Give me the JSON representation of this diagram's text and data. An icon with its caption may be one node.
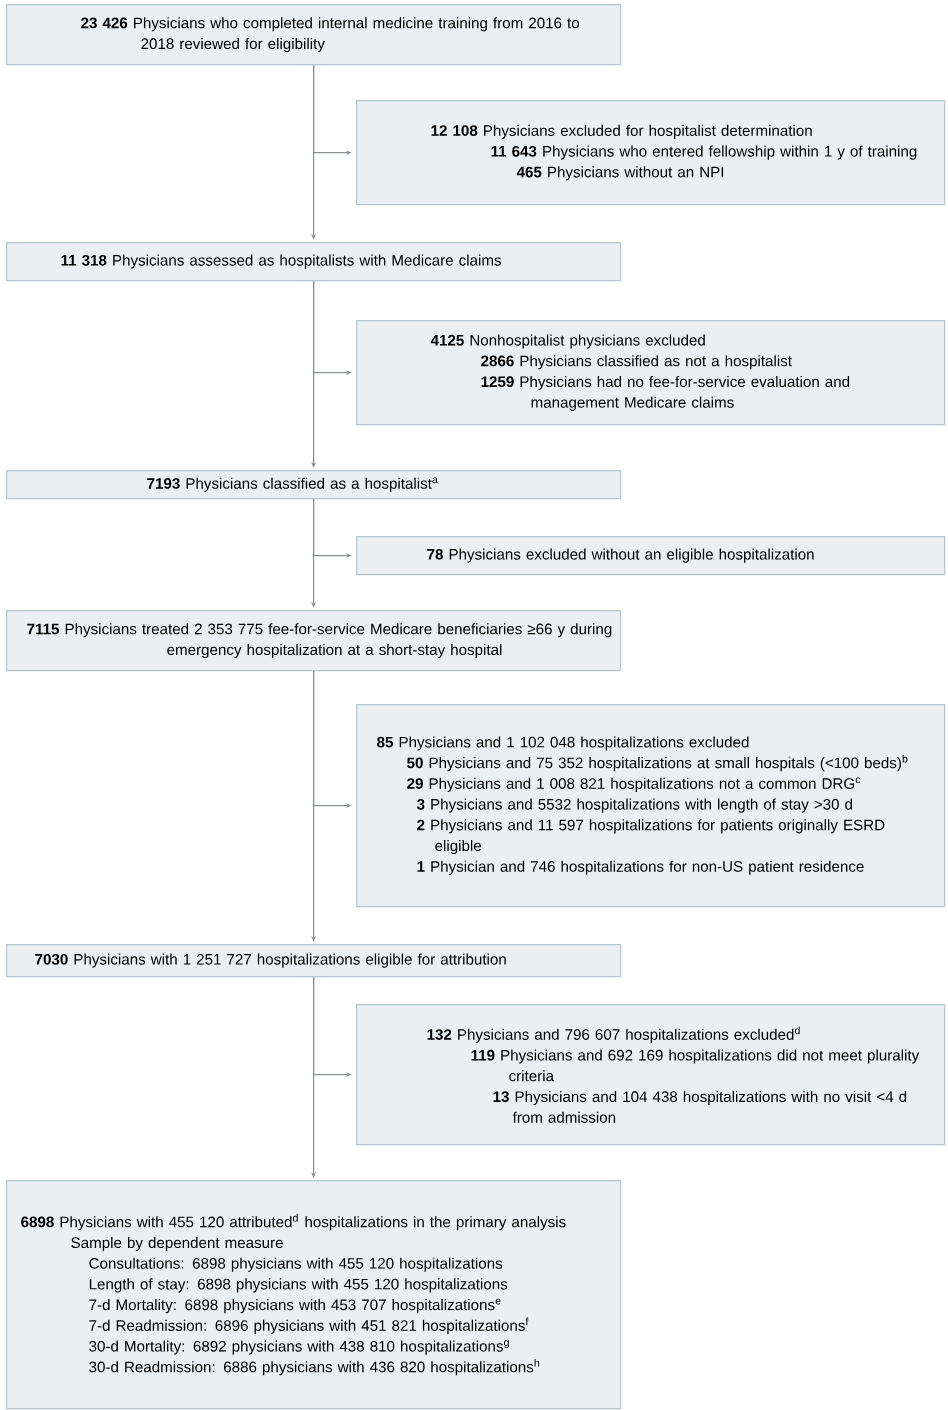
{
  "diagram": {
    "nodes": [
      {
        "text": [
          "**23 426** Physicians who completed internal medicine training from 2016 to 2018 reviewed for eligibility"
        ]
      },
      {
        "text": [
          "**12 108** Physicians excluded for hospitalist determination",
          "**11 643** Physicians who entered fellowship within 1 y of training",
          "**465** Physicians without an NPI"
        ]
      },
      {
        "text": [
          "**11 318** Physicians assessed as hospitalists with Medicare claims"
        ]
      },
      {
        "text": [
          "**4125** Nonhospitalist physicians excluded",
          "**2866** Physicians classified as not a hospitalist",
          "**1259** Physicians had no fee-for-service evaluation and management Medicare claims"
        ]
      },
      {
        "text": [
          "**7193** Physicians classified as a hospitalist$^{a}$"
        ]
      },
      {
        "text": [
          "**78** Physicians excluded without an eligible hospitalization"
        ]
      },
      {
        "text": [
          "**7115** Physicians treated 2 353 775 fee-for-service Medicare beneficiaries ≥66 y during emergency hospitalization at a short-stay hospital"
        ]
      },
      {
        "text": [
          "**85** Physicians and 1 102 048 hospitalizations excluded",
          "**50** Physicians and 75 352 hospitalizations at small hospitals (<100 beds)$^{b}$",
          "**29** Physicians and 1 008 821 hospitalizations not a common DRG$^{c}$",
          "**3** Physicians and 5532 hospitalizations with length of stay >30 d",
          "**2** Physicians and 11 597 hospitalizations for patients originally ESRD eligible",
          "**1** Physician and 746 hospitalizations for non-US patient residence"
        ]
      },
      {
        "text": [
          "**7030** Physicians with 1 251 727 hospitalizations eligible for attribution"
        ]
      },
      {
        "text": [
          "**132** Physicians and 796 607 hospitalizations excluded$^{d}$",
          "**119** Physicians and 692 169 hospitalizations did not meet plurality criteria",
          "**13** Physicians and 104 438 hospitalizations with no visit <4 d from admission"
        ]
      },
      {
        "text": [
          "**6898** Physicians with 455 120 attributed$^{d}$ hospitalizations in the primary analysis",
          "Sample by dependent measure",
          "Consultations: 6898 physicians with 455 120 hospitalizations",
          "Length of stay: 6898 physicians with 455 120 hospitalizations",
          "7-d Mortality: 6898 physicians with 453 707 hospitalizations$^{e}$",
          "7-d Readmission: 6896 physicians with 451 821 hospitalizations$^{f}$",
          "30-d Mortality: 6892 physicians with 438 810 hospitalizations$^{g}$",
          "30-d Readmission: 6886 physicians with 436 820 hospitalizations$^{h}$"
        ]
      }
    ],
    "edges": [
      {
        "from": 0,
        "to": 1,
        "arrow": "to"
      },
      {
        "from": 0,
        "to": 2,
        "arrow": "to"
      },
      {
        "from": 2,
        "to": 3,
        "arrow": "to"
      },
      {
        "from": 2,
        "to": 4,
        "arrow": "to"
      },
      {
        "from": 4,
        "to": 5,
        "arrow": "to"
      },
      {
        "from": 4,
        "to": 6,
        "arrow": "to"
      },
      {
        "from": 6,
        "to": 7,
        "arrow": "to"
      },
      {
        "from": 6,
        "to": 8,
        "arrow": "to"
      },
      {
        "from": 8,
        "to": 9,
        "arrow": "to"
      },
      {
        "from": 8,
        "to": 10,
        "arrow": "to"
      }
    ]
  }
}
